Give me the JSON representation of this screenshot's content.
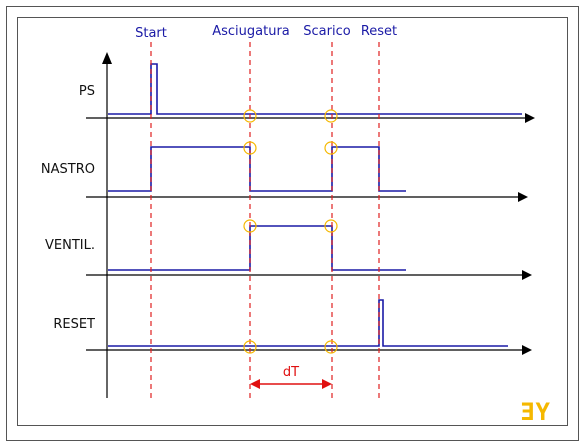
{
  "colors": {
    "border": "#555555",
    "axis": "#000000",
    "signal": "#1a1aa6",
    "event_line": "#e02020",
    "marker": "#f5b800",
    "interval": "#e01010",
    "logo": "#f5b800"
  },
  "events": [
    {
      "label": "Start"
    },
    {
      "label": "Asciugatura"
    },
    {
      "label": "Scarico"
    },
    {
      "label": "Reset"
    }
  ],
  "signals": [
    {
      "label": "PS"
    },
    {
      "label": "NASTRO"
    },
    {
      "label": "VENTIL."
    },
    {
      "label": "RESET"
    }
  ],
  "interval": {
    "label": "dT"
  },
  "logo": {
    "text": "ƎY"
  }
}
